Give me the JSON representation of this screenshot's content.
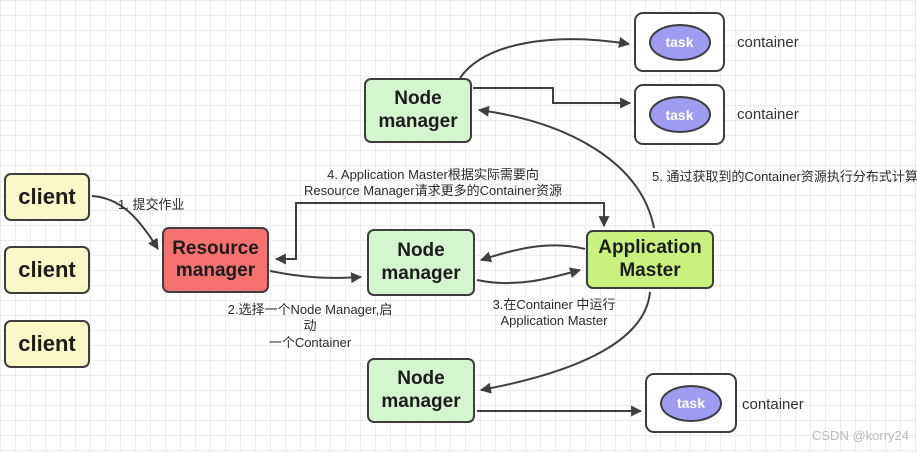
{
  "nodes": {
    "client1": "client",
    "client2": "client",
    "client3": "client",
    "resource_manager": "Resource\nmanager",
    "node_manager_top": "Node\nmanager",
    "node_manager_middle": "Node\nmanager",
    "node_manager_bottom": "Node\nmanager",
    "application_master": "Application\nMaster",
    "task1": "task",
    "task2": "task",
    "task3": "task",
    "container1_label": "container",
    "container2_label": "container",
    "container3_label": "container"
  },
  "annotations": {
    "step1": "1. 提交作业",
    "step2": "2.选择一个Node Manager,启动\n一个Container",
    "step3": "3.在Container 中运行\nApplication Master",
    "step4": "4. Application Master根据实际需要向\nResource Manager请求更多的Container资源",
    "step5": "5. 通过获取到的Container资源执行分布式计算"
  },
  "watermark": "CSDN @korry24",
  "colors": {
    "client_fill": "#fbf8c8",
    "node_manager_fill": "#d4f6cf",
    "resource_manager_fill": "#f87171",
    "application_master_fill": "#c9f17d",
    "task_fill": "#9e9bf1",
    "container_fill": "#ffffff",
    "box_border": "#3d3d3d",
    "arrow": "#3f3f3f",
    "grid": "#ececec"
  }
}
